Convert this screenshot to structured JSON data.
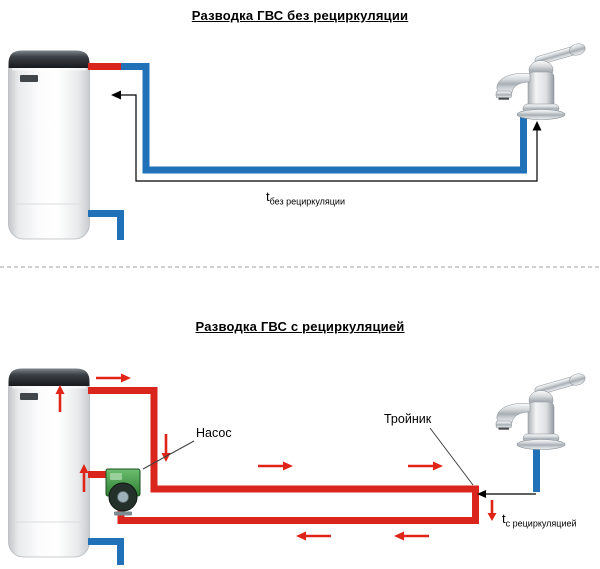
{
  "top_diagram": {
    "title": "Разводка ГВС без рециркуляции",
    "time_label": {
      "base": "t",
      "subscript": "без рециркуляции"
    }
  },
  "bottom_diagram": {
    "title": "Разводка ГВС с рециркуляцией",
    "pump_label": "Насос",
    "tee_label": "Тройник",
    "time_label": {
      "base": "t",
      "subscript": "с рециркуляцией"
    }
  },
  "colors": {
    "hot_pipe": "#da251d",
    "cold_pipe": "#2071b8",
    "flow_arrow": "#e02418",
    "annotation": "#000000",
    "divider": "#b3b3b3"
  }
}
